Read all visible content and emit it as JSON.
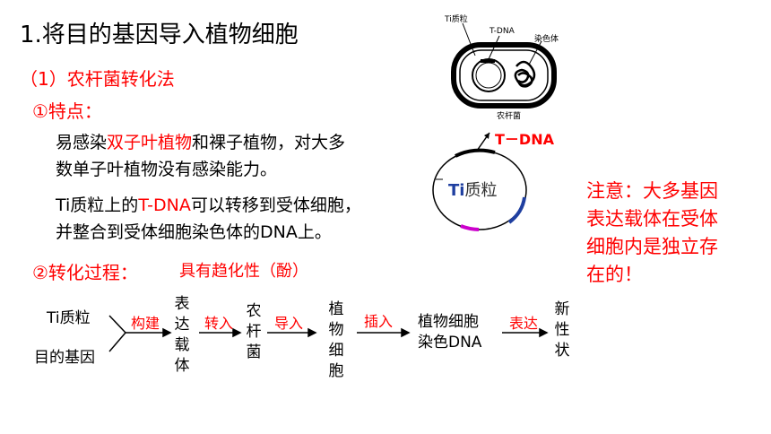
{
  "title": "1.将目的基因导入植物细胞",
  "method": "（1）农杆菌转化法",
  "features_heading": "①特点：",
  "para1": {
    "part1": "易感染",
    "highlight": "双子叶植物",
    "part2": "和裸子植物，对大多",
    "line2": "数单子叶植物没有感染能力。"
  },
  "para2": {
    "part1": "Ti质粒上的",
    "highlight": "T-DNA",
    "part2": "可以转移到受体细胞，",
    "line2": "并整合到受体细胞染色体的DNA上。"
  },
  "note": [
    "注意：大多基因",
    "表达载体在受体",
    "细胞内是独立存",
    "在的！"
  ],
  "process_heading": "②转化过程：",
  "property": "具有趋化性（酚）",
  "figure": {
    "label_ti": "Ti质粒",
    "label_tdna_small": "T-DNA",
    "label_chromosome": "染色体",
    "label_bacterium": "农杆菌",
    "tdna": "T－DNA",
    "ti_plasmid_a": "Ti",
    "ti_plasmid_b": "质粒"
  },
  "flow": {
    "input1": "Ti质粒",
    "input2": "目的基因",
    "step1": "构建",
    "node1": "表达载体",
    "step2": "转入",
    "node2": "农杆菌",
    "step3": "导入",
    "node3": "植物细胞",
    "step4": "插入",
    "node4_line1": "植物细胞",
    "node4_line2": "染色DNA",
    "step5": "表达",
    "node5": "新性状"
  },
  "colors": {
    "accent": "#ff0000",
    "plasmid_blue": "#1f3fa0",
    "plasmid_magenta": "#cc00cc"
  }
}
